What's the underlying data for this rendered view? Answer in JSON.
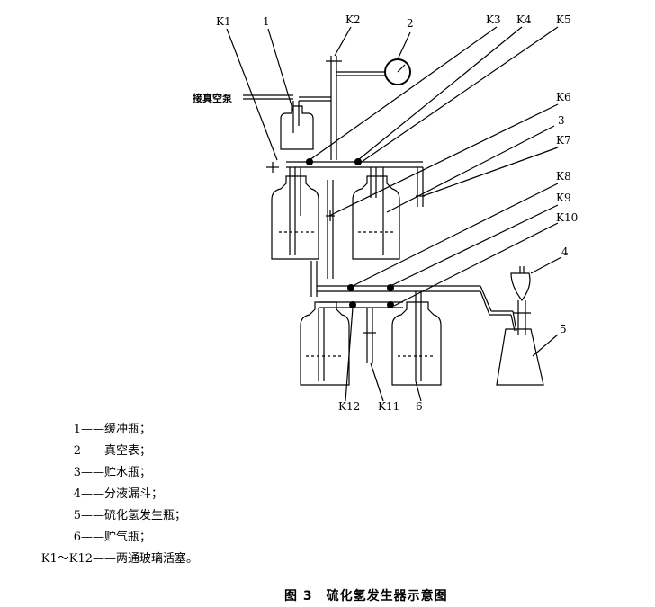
{
  "labels": {
    "k1": "K1",
    "k2": "K2",
    "k3": "K3",
    "k4": "K4",
    "k5": "K5",
    "k6": "K6",
    "k7": "K7",
    "k8": "K8",
    "k9": "K9",
    "k10": "K10",
    "k11": "K11",
    "k12": "K12",
    "n1": "1",
    "n2": "2",
    "n3": "3",
    "n4": "4",
    "n5": "5",
    "n6": "6",
    "vacuum": "接真空泵"
  },
  "legend": [
    {
      "key": "1",
      "text": "——缓冲瓶；"
    },
    {
      "key": "2",
      "text": "——真空表；"
    },
    {
      "key": "3",
      "text": "——贮水瓶；"
    },
    {
      "key": "4",
      "text": "——分液漏斗；"
    },
    {
      "key": "5",
      "text": "——硫化氢发生瓶；"
    },
    {
      "key": "6",
      "text": "——贮气瓶；"
    },
    {
      "key": "K1～K12",
      "text": "——两通玻璃活塞。"
    }
  ],
  "caption": "图 3　硫化氢发生器示意图"
}
